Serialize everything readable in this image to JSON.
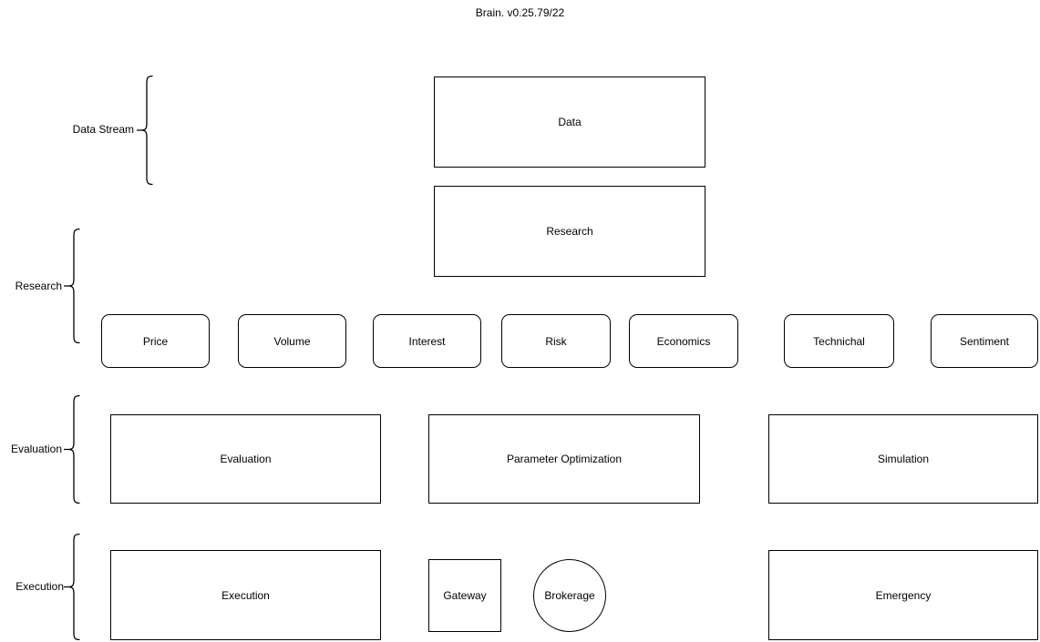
{
  "title": "Brain. v0.25.79/22",
  "colors": {
    "stroke": "#000000",
    "text": "#000000",
    "background": "#ffffff"
  },
  "brackets": [
    {
      "label": "Data Stream"
    },
    {
      "label": "Research"
    },
    {
      "label": "Evaluation"
    },
    {
      "label": "Execution"
    }
  ],
  "nodes": {
    "data": {
      "label": "Data",
      "shape": "rectangle"
    },
    "research": {
      "label": "Research",
      "shape": "rectangle"
    },
    "research_modules": [
      {
        "label": "Price",
        "shape": "rounded-rectangle"
      },
      {
        "label": "Volume",
        "shape": "rounded-rectangle"
      },
      {
        "label": "Interest",
        "shape": "rounded-rectangle"
      },
      {
        "label": "Risk",
        "shape": "rounded-rectangle"
      },
      {
        "label": "Economics",
        "shape": "rounded-rectangle"
      },
      {
        "label": "Technichal",
        "shape": "rounded-rectangle"
      },
      {
        "label": "Sentiment",
        "shape": "rounded-rectangle"
      }
    ],
    "evaluation": {
      "label": "Evaluation",
      "shape": "rectangle"
    },
    "parameter_optimization": {
      "label": "Parameter Optimization",
      "shape": "rectangle"
    },
    "simulation": {
      "label": "Simulation",
      "shape": "rectangle"
    },
    "execution": {
      "label": "Execution",
      "shape": "rectangle"
    },
    "gateway": {
      "label": "Gateway",
      "shape": "square"
    },
    "brokerage": {
      "label": "Brokerage",
      "shape": "circle"
    },
    "emergency": {
      "label": "Emergency",
      "shape": "rectangle"
    }
  }
}
